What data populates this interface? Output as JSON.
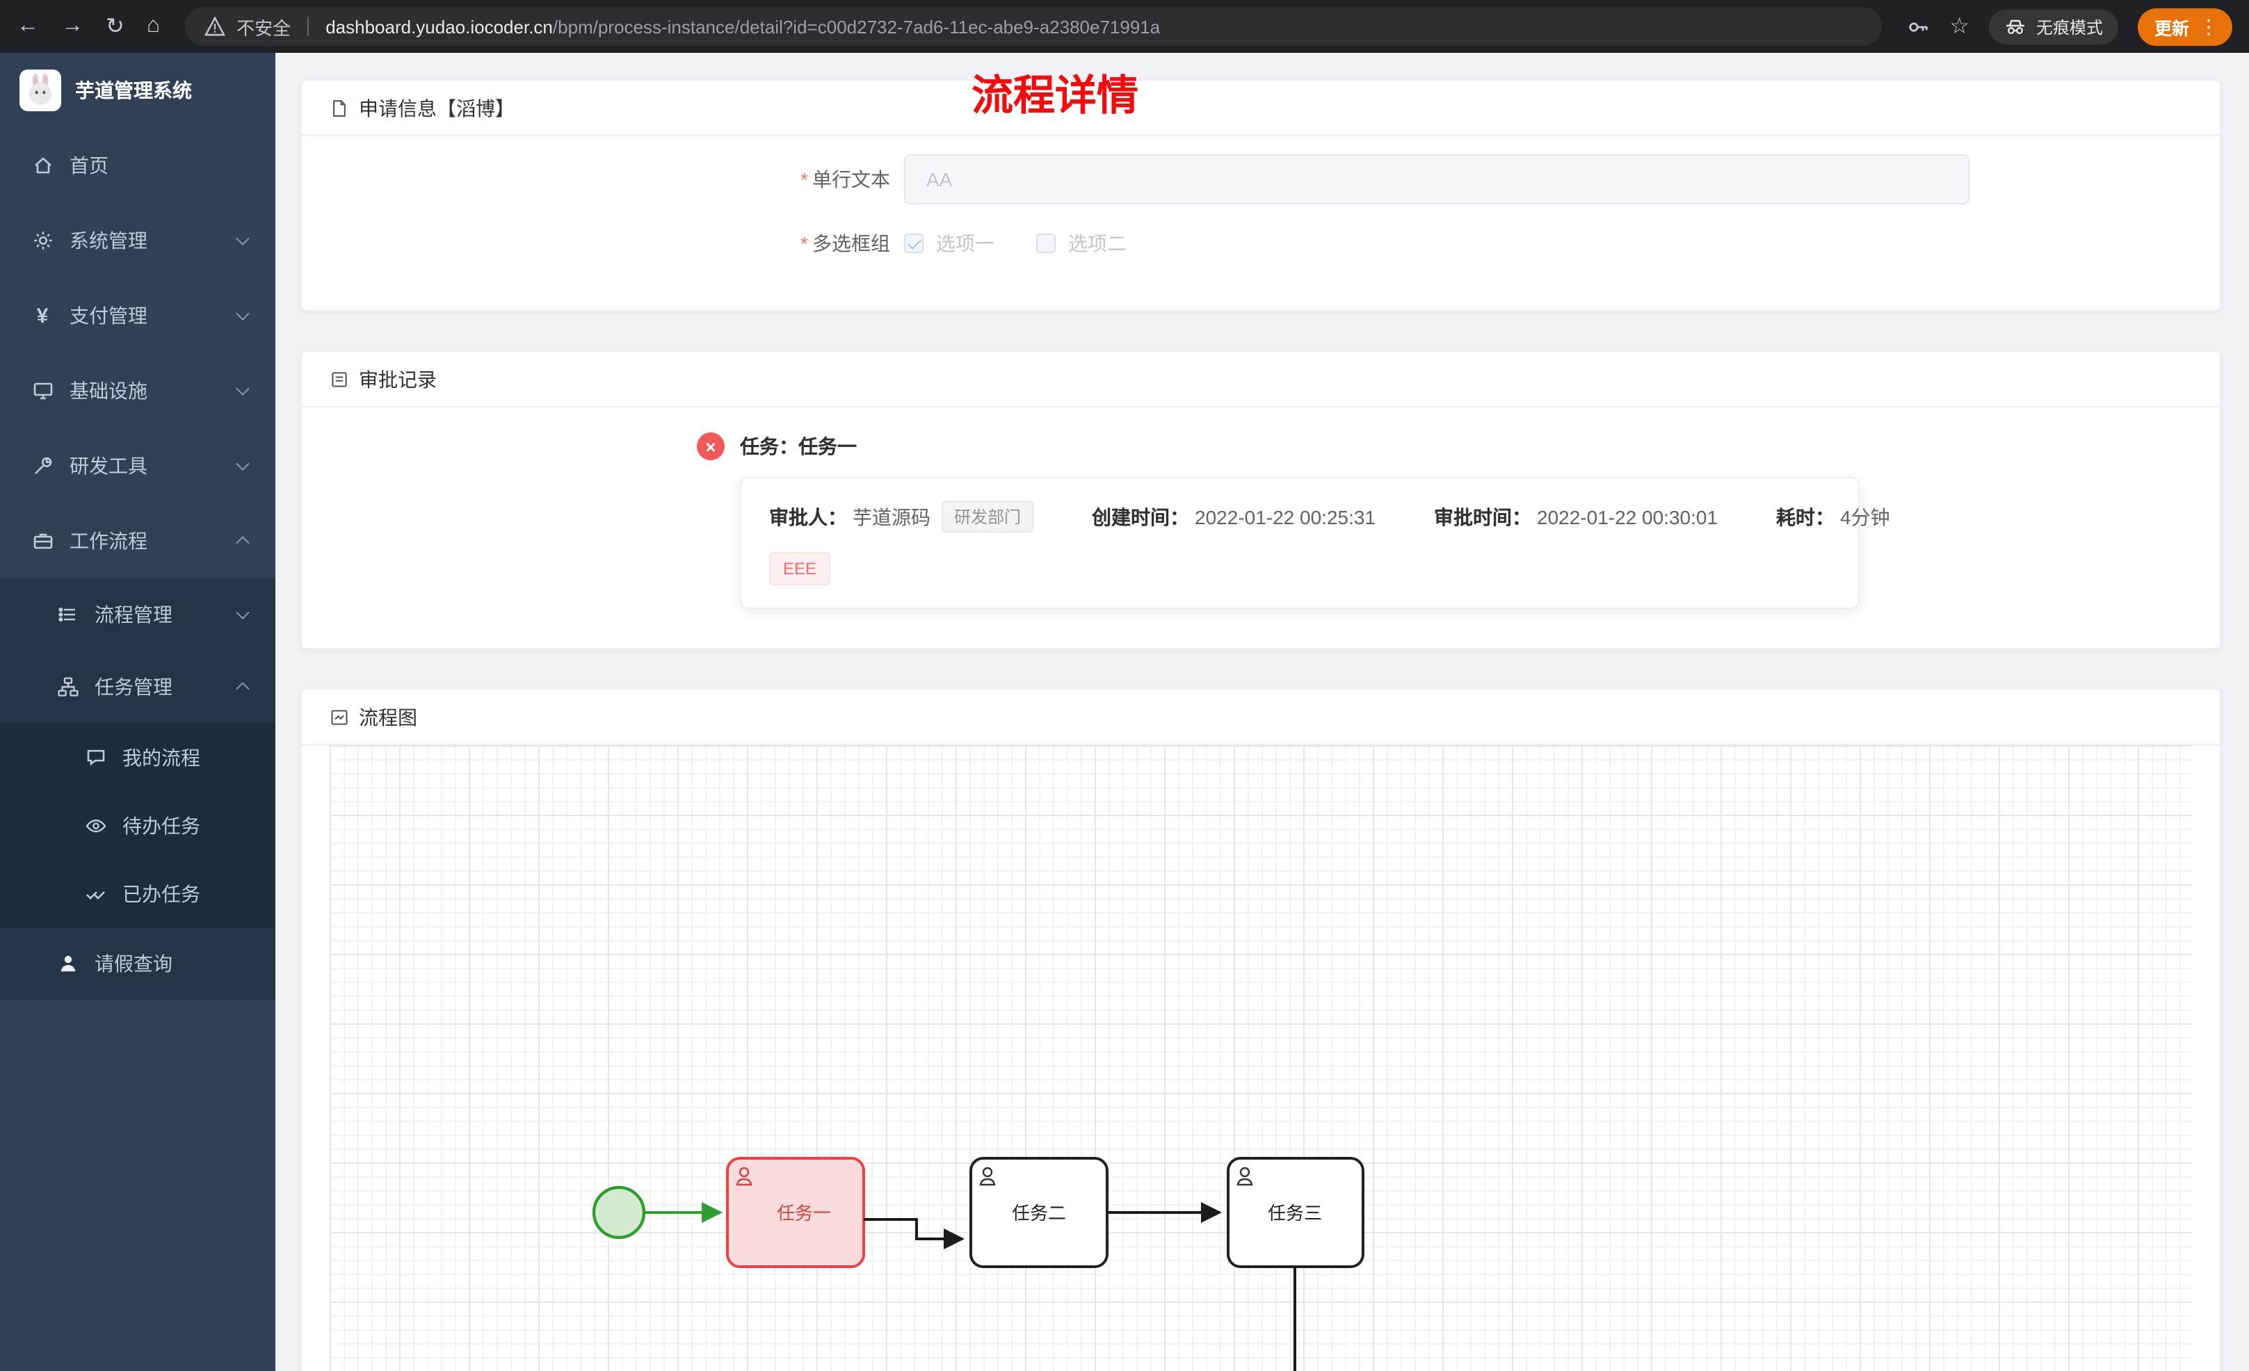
{
  "icons": {
    "back": "←",
    "forward": "→",
    "reload": "↻",
    "home": "⌂",
    "star": "☆",
    "overflow": "⋮",
    "yen": "¥",
    "task_fail": "×"
  },
  "browser": {
    "not_secure": "不安全",
    "url_domain": "dashboard.yudao.iocoder.cn",
    "url_path": "/bpm/process-instance/detail?id=c00d2732-7ad6-11ec-abe9-a2380e71991a",
    "incognito_label": "无痕模式",
    "update_label": "更新"
  },
  "sidebar": {
    "logo_title": "芋道管理系统",
    "items": [
      {
        "label": "首页"
      },
      {
        "label": "系统管理"
      },
      {
        "label": "支付管理"
      },
      {
        "label": "基础设施"
      },
      {
        "label": "研发工具"
      },
      {
        "label": "工作流程"
      },
      {
        "label": "流程管理"
      },
      {
        "label": "任务管理"
      },
      {
        "label": "我的流程"
      },
      {
        "label": "待办任务"
      },
      {
        "label": "已办任务"
      },
      {
        "label": "请假查询"
      }
    ]
  },
  "page": {
    "title": "流程详情",
    "apply_card": {
      "header": "申请信息【滔博】",
      "text_field": {
        "label": "单行文本",
        "placeholder": "AA"
      },
      "checkbox_field": {
        "label": "多选框组",
        "options": [
          {
            "label": "选项一",
            "checked": true
          },
          {
            "label": "选项二",
            "checked": false
          }
        ]
      }
    },
    "approval_card": {
      "header": "审批记录",
      "task_title": "任务：任务一",
      "approver_label": "审批人：",
      "approver_value": "芋道源码",
      "dept_tag": "研发部门",
      "created_label": "创建时间：",
      "created_value": "2022-01-22 00:25:31",
      "approved_label": "审批时间：",
      "approved_value": "2022-01-22 00:30:01",
      "duration_label": "耗时：",
      "duration_value": "4分钟",
      "comment_tag": "EEE"
    },
    "diagram_card": {
      "header": "流程图",
      "nodes": [
        {
          "label": "任务一",
          "state": "active"
        },
        {
          "label": "任务二",
          "state": "normal"
        },
        {
          "label": "任务三",
          "state": "normal"
        }
      ]
    }
  },
  "colors": {
    "title_red": "#f20d0d",
    "sidebar_bg": "#304156",
    "task_active_border": "#ec4242",
    "task_active_fill": "#fbdcdc",
    "start_event_green": "#2f9e2f",
    "update_orange": "#e8710a",
    "danger": "#f56c6c"
  }
}
